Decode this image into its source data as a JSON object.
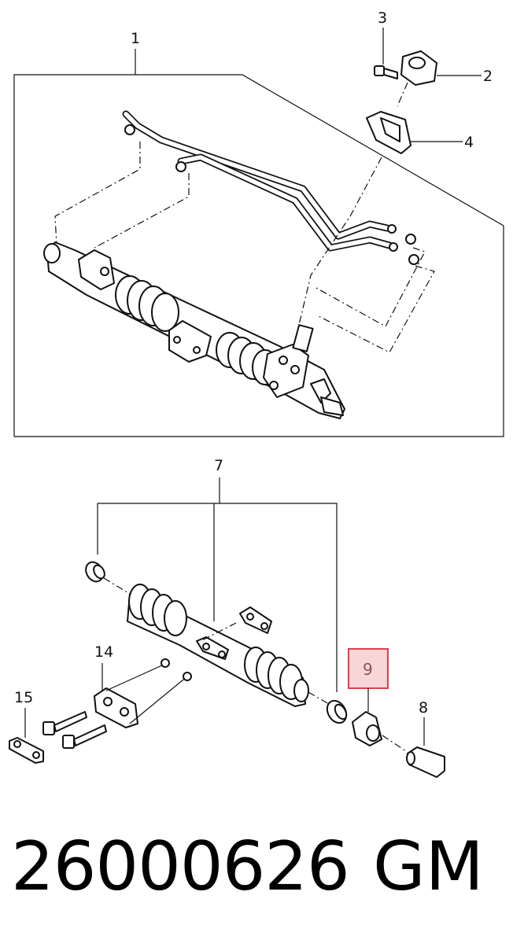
{
  "callouts": {
    "c1": "1",
    "c2": "2",
    "c3": "3",
    "c4": "4",
    "c7": "7",
    "c8": "8",
    "c9": "9",
    "c14": "14",
    "c15": "15"
  },
  "highlight": {
    "color": "#e0404a",
    "label": "9"
  },
  "footer": {
    "part_number": "26000626",
    "brand": "GM"
  }
}
